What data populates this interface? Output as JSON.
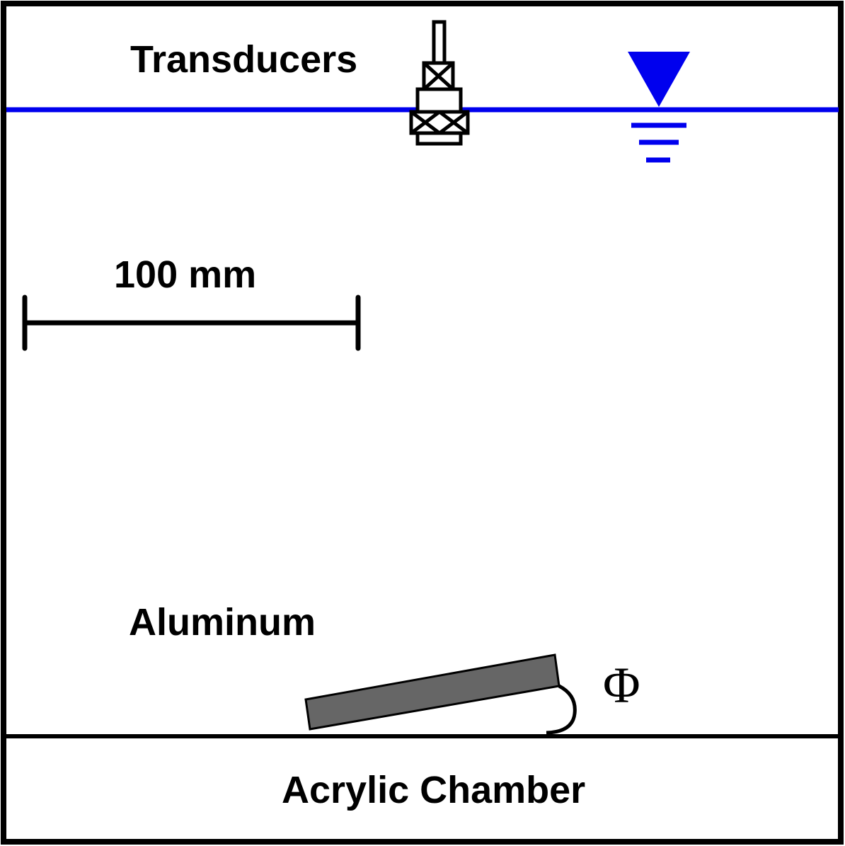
{
  "labels": {
    "transducers": "Transducers",
    "scale_bar": "100 mm",
    "aluminum": "Aluminum",
    "acrylic_chamber": "Acrylic Chamber",
    "angle_symbol": "Φ"
  },
  "icons": {
    "water_level": "water-level-symbol-icon",
    "transducer": "transducer-icon"
  },
  "colors": {
    "outline": "#000000",
    "water": "#0000ee",
    "aluminum_fill": "#666666",
    "background": "#ffffff"
  }
}
